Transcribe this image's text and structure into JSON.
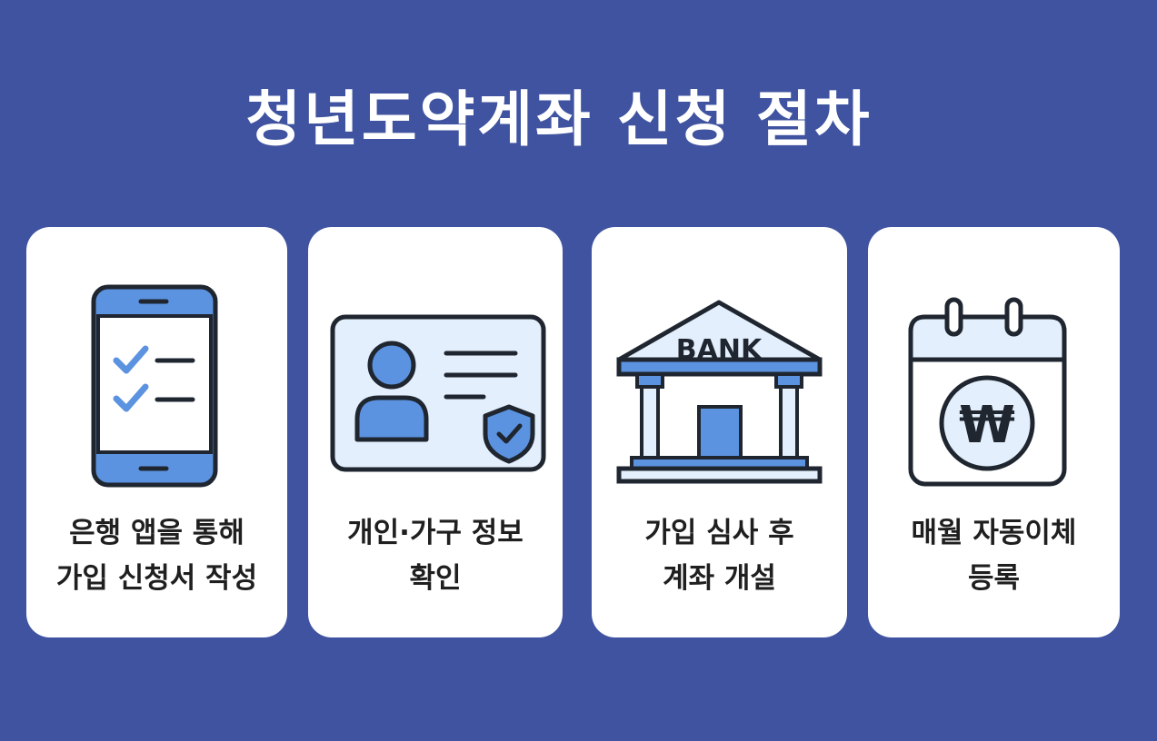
{
  "title": "청년도약계좌 신청 절차",
  "steps": [
    {
      "icon": "smartphone-checklist-icon",
      "line1": "은행 앱을 통해",
      "line2": "가입 신청서 작성"
    },
    {
      "icon": "id-card-shield-icon",
      "line1": "개인·가구 정보",
      "line2": "확인"
    },
    {
      "icon": "bank-building-icon",
      "icon_text": "BANK",
      "line1": "가입 심사 후",
      "line2": "계좌 개설"
    },
    {
      "icon": "calendar-won-icon",
      "icon_text": "₩",
      "line1": "매월 자동이체",
      "line2": "등록"
    }
  ],
  "colors": {
    "background": "#3f53a0",
    "card": "#ffffff",
    "icon_blue": "#5b93e0",
    "icon_light": "#e3effc",
    "outline": "#1f2630"
  }
}
